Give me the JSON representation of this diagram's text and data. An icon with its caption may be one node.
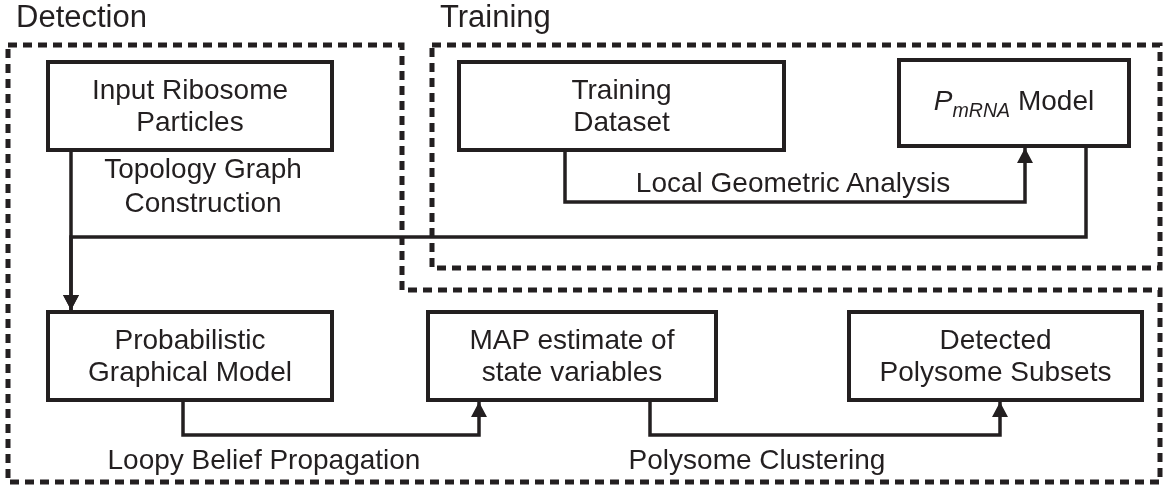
{
  "diagram": {
    "nodes": [
      {
        "text": [
          "Detection"
        ]
      },
      {
        "text": [
          "Input Ribosome Particles"
        ],
        "in": 0
      },
      {
        "text": [
          "Probabilistic Graphical Model"
        ],
        "in": 0
      },
      {
        "text": [
          "MAP estimate of state variables"
        ],
        "in": 0
      },
      {
        "text": [
          "Detected Polysome Subsets"
        ],
        "in": 0
      },
      {
        "text": [
          "Training"
        ]
      },
      {
        "text": [
          "Training Dataset"
        ],
        "in": 5
      },
      {
        "text": [
          "*P*$_{mRNA}$ Model"
        ],
        "in": 5
      }
    ],
    "edges": [
      {
        "from": 1,
        "to": 2,
        "arrow": "to",
        "label": "Topology Graph Construction"
      },
      {
        "from": 7,
        "to": 2,
        "arrow": "to"
      },
      {
        "from": 6,
        "to": 7,
        "arrow": "to",
        "label": "Local Geometric Analysis"
      },
      {
        "from": 2,
        "to": 3,
        "arrow": "to",
        "label": "Loopy Belief Propagation"
      },
      {
        "from": 3,
        "to": 4,
        "arrow": "to",
        "label": "Polysome Clustering"
      }
    ]
  }
}
